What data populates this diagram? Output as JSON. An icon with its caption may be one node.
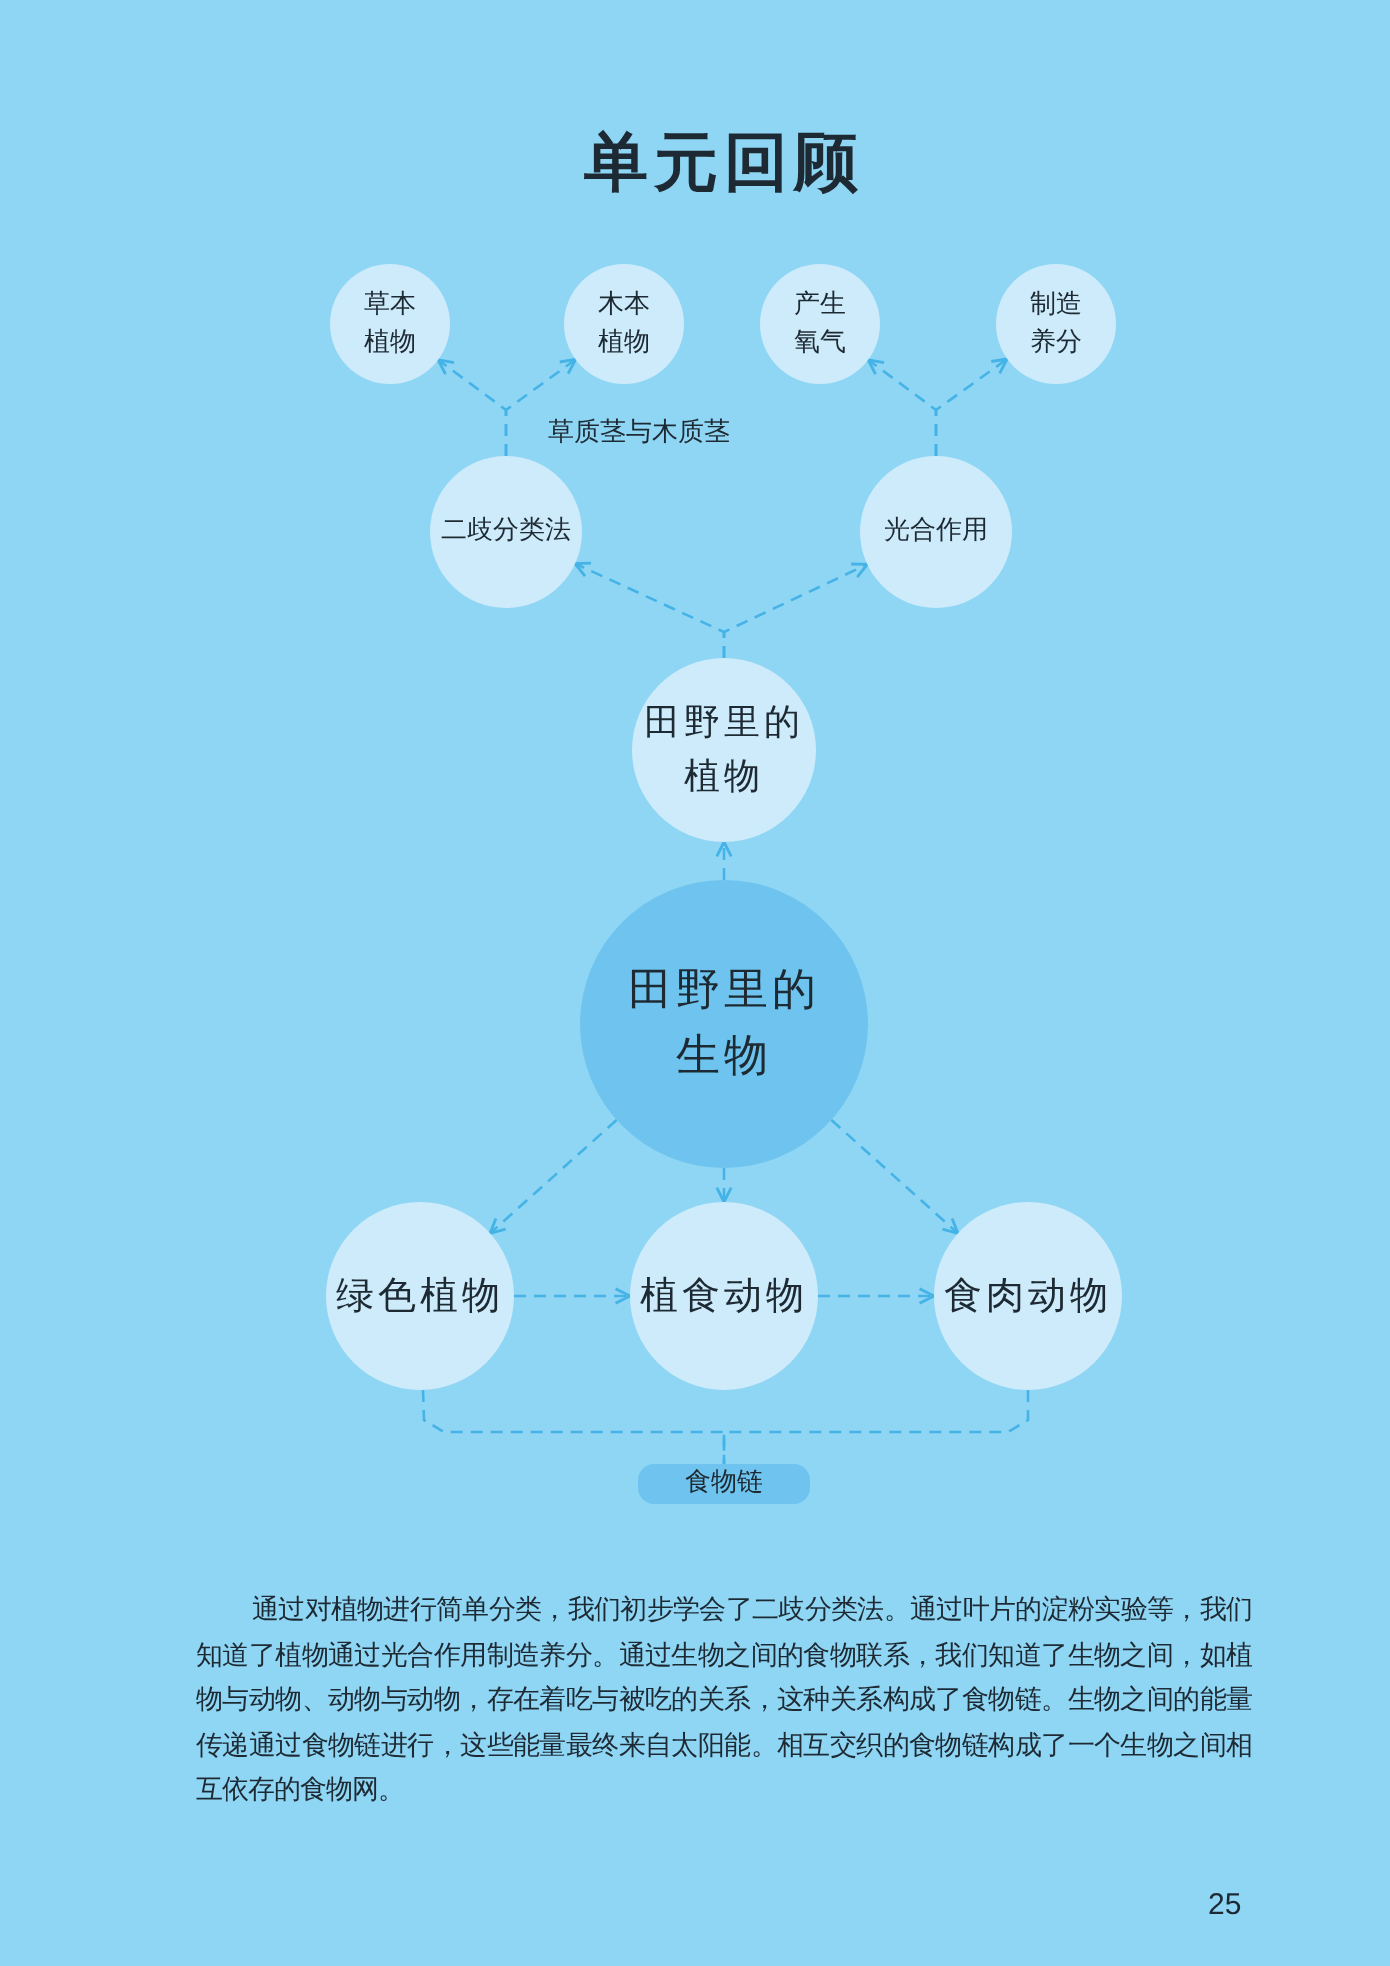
{
  "diagram": {
    "title": "单元回顾",
    "nodes": [
      {
        "text": [
          "草本植物"
        ]
      },
      {
        "text": [
          "木本植物"
        ]
      },
      {
        "text": [
          "产生氧气"
        ]
      },
      {
        "text": [
          "制造养分"
        ]
      },
      {
        "text": [
          "二歧分类法"
        ]
      },
      {
        "text": [
          "光合作用"
        ]
      },
      {
        "text": [
          "田野里的植物"
        ]
      },
      {
        "text": [
          "田野里的生物"
        ]
      },
      {
        "text": [
          "绿色植物"
        ]
      },
      {
        "text": [
          "植食动物"
        ]
      },
      {
        "text": [
          "食肉动物"
        ]
      },
      {
        "text": [
          "食物链"
        ]
      }
    ],
    "edges": [
      {
        "from": 4,
        "to": 0,
        "arrow": "to",
        "style": "dashed"
      },
      {
        "from": 4,
        "to": 1,
        "arrow": "to",
        "style": "dashed"
      },
      {
        "from": 5,
        "to": 2,
        "arrow": "to",
        "style": "dashed"
      },
      {
        "from": 5,
        "to": 3,
        "arrow": "to",
        "style": "dashed"
      },
      {
        "from": 6,
        "to": 4,
        "arrow": "to",
        "style": "dashed"
      },
      {
        "from": 6,
        "to": 5,
        "arrow": "to",
        "style": "dashed"
      },
      {
        "from": 7,
        "to": 6,
        "arrow": "to",
        "style": "dashed"
      },
      {
        "from": 7,
        "to": 8,
        "arrow": "to",
        "style": "dashed"
      },
      {
        "from": 7,
        "to": 9,
        "arrow": "to",
        "style": "dashed"
      },
      {
        "from": 7,
        "to": 10,
        "arrow": "to",
        "style": "dashed"
      },
      {
        "from": 8,
        "to": 9,
        "arrow": "to",
        "style": "dashed"
      },
      {
        "from": 9,
        "to": 10,
        "arrow": "to",
        "style": "dashed"
      },
      {
        "from": 8,
        "to": 11,
        "arrow": "none",
        "style": "dashed"
      },
      {
        "from": 10,
        "to": 11,
        "arrow": "none",
        "style": "dashed"
      }
    ],
    "labels": [
      "草质茎与木质茎",
      "通过对植物进行简单分类，我们初步学会了二歧分类法。通过叶片的淀粉实验等，我们知道了植物通过光合作用制造养分。通过生物之间的食物联系，我们知道了生物之间，如植物与动物、动物与动物，存在着吃与被吃的关系，这种关系构成了食物链。生物之间的能量传递通过食物链进行，这些能量最终来自太阳能。相互交织的食物链构成了一个生物之间相互依存的食物网。",
      "25"
    ]
  }
}
